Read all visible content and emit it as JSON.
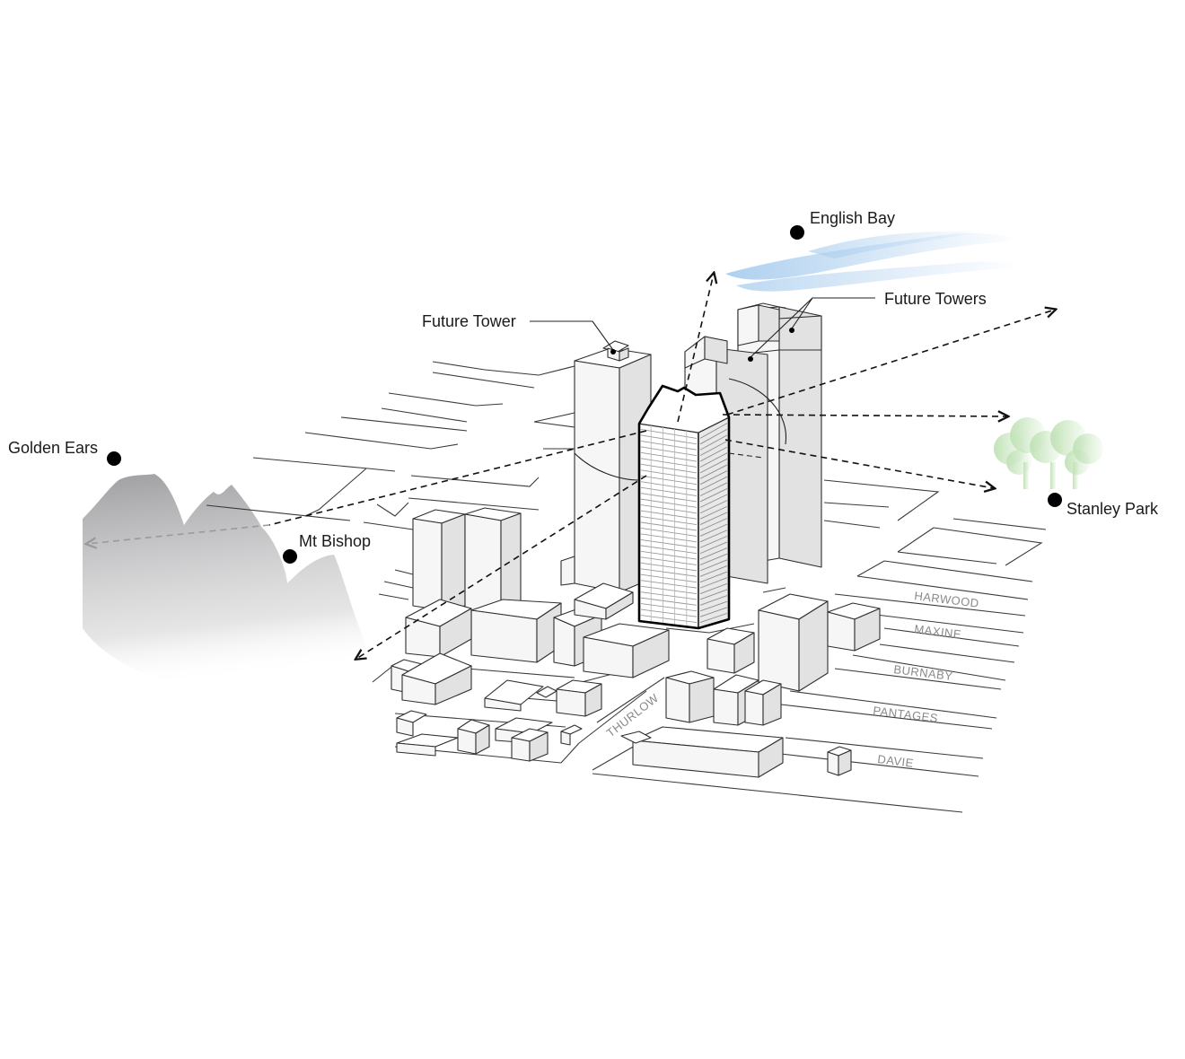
{
  "diagram": {
    "viewpoints": [
      {
        "id": "english-bay",
        "label": "English Bay"
      },
      {
        "id": "golden-ears",
        "label": "Golden Ears"
      },
      {
        "id": "mt-bishop",
        "label": "Mt Bishop"
      },
      {
        "id": "stanley-park",
        "label": "Stanley Park"
      }
    ],
    "callouts": {
      "future_tower": "Future Tower",
      "future_towers": "Future Towers"
    },
    "streets": {
      "harwood": "HARWOOD",
      "maxine": "MAXINE",
      "burnaby": "BURNABY",
      "pantages": "PANTAGES",
      "davie": "DAVIE",
      "thurlow": "THURLOW"
    },
    "colors": {
      "water": "#a9cdee",
      "mountain": "#a7a7a9",
      "trees": "#c6e6be",
      "outline": "#2e2e2e",
      "dot": "#000000"
    }
  }
}
